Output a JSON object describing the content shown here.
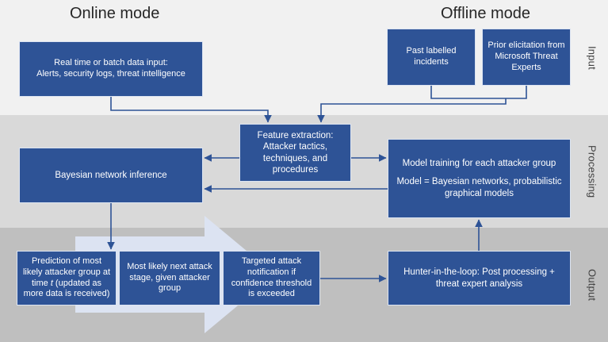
{
  "bands": [
    {
      "key": "input",
      "label": "Input",
      "color": "#f1f1f1"
    },
    {
      "key": "processing",
      "label": "Processing",
      "color": "#d9d9d9"
    },
    {
      "key": "output",
      "label": "Output",
      "color": "#bfbfbf"
    }
  ],
  "headings": {
    "online": "Online mode",
    "offline": "Offline mode"
  },
  "boxes": {
    "realtime_input": "Real time or batch data input:\nAlerts, security logs, threat intelligence",
    "past_incidents": "Past labelled incidents",
    "prior_elicitation": "Prior elicitation from Microsoft Threat Experts",
    "feature_extraction": "Feature extraction: Attacker tactics, techniques, and procedures",
    "bayesian_inference": "Bayesian network inference",
    "model_training_line1": "Model training for each attacker group",
    "model_training_line2": "Model = Bayesian networks, probabilistic graphical models",
    "prediction_pre": "Prediction of most likely attacker group at time ",
    "prediction_italic": "t",
    "prediction_post": " (updated as more data is received)",
    "next_stage": "Most likely next attack stage, given attacker group",
    "targeted_notification": "Targeted attack notification if confidence threshold is exceeded",
    "hunter_loop": "Hunter-in-the-loop: Post processing + threat expert analysis"
  },
  "colors": {
    "box_fill": "#2e5396",
    "box_border": "#dce4f2",
    "connector": "#2e5396",
    "big_arrow": "#dce3f2",
    "band_input": "#f1f1f1",
    "band_processing": "#d9d9d9",
    "band_output": "#bfbfbf",
    "text_on_box": "#ffffff",
    "heading_text": "#262626"
  }
}
